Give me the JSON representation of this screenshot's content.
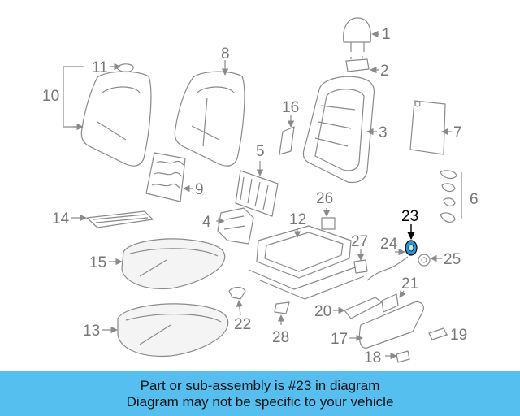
{
  "diagram": {
    "callouts": [
      "1",
      "2",
      "3",
      "4",
      "5",
      "6",
      "7",
      "8",
      "9",
      "10",
      "11",
      "12",
      "13",
      "14",
      "15",
      "16",
      "17",
      "18",
      "19",
      "20",
      "21",
      "22",
      "23",
      "24",
      "25",
      "26",
      "27",
      "28"
    ],
    "highlighted_part": "23",
    "highlight_color": "#1f9ad6",
    "line_color": "#8a8a8a",
    "label_color": "#777777"
  },
  "banner": {
    "line1": "Part or sub-assembly is #23 in diagram",
    "line2": "Diagram may not be specific to your vehicle",
    "background": "#55bff0"
  }
}
